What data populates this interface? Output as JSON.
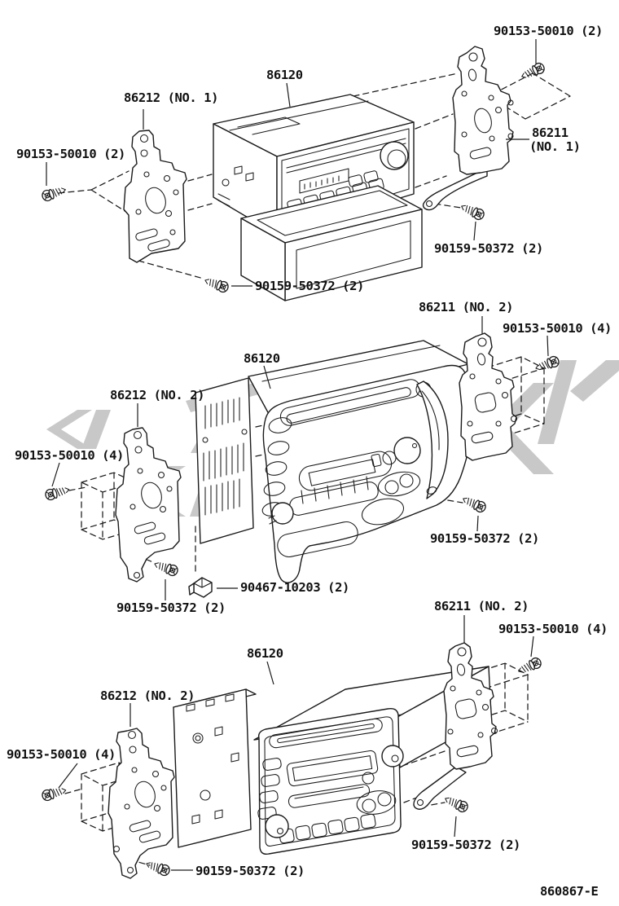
{
  "page": {
    "background": "#ffffff",
    "line_color": "#1a1a1a",
    "watermark_color": "#c8c8c8",
    "document_code": "860867-E"
  },
  "labels": {
    "a1_screw_top_right": "90153-50010 (2)",
    "a1_radio": "86120",
    "a1_bracket_left": "86212 (NO. 1)",
    "a1_screw_left": "90153-50010 (2)",
    "a1_bracket_right_line1": "86211",
    "a1_bracket_right_line2": "(NO. 1)",
    "a1_screw_right": "90159-50372 (2)",
    "a1_screw_bottom": "90159-50372 (2)",
    "a2_bracket_right": "86211 (NO. 2)",
    "a2_screw_top_right": "90153-50010 (4)",
    "a2_radio": "86120",
    "a2_bracket_left": "86212 (NO. 2)",
    "a2_screw_left": "90153-50010 (4)",
    "a2_screw_right": "90159-50372 (2)",
    "a2_clip": "90467-10203 (2)",
    "a2_screw_bottom_left": "90159-50372 (2)",
    "a3_bracket_right": "86211 (NO. 2)",
    "a3_screw_top_right": "90153-50010 (4)",
    "a3_radio": "86120",
    "a3_bracket_left": "86212 (NO. 2)",
    "a3_screw_left": "90153-50010 (4)",
    "a3_screw_right": "90159-50372 (2)",
    "a3_screw_bottom": "90159-50372 (2)",
    "document_code": "860867-E"
  }
}
